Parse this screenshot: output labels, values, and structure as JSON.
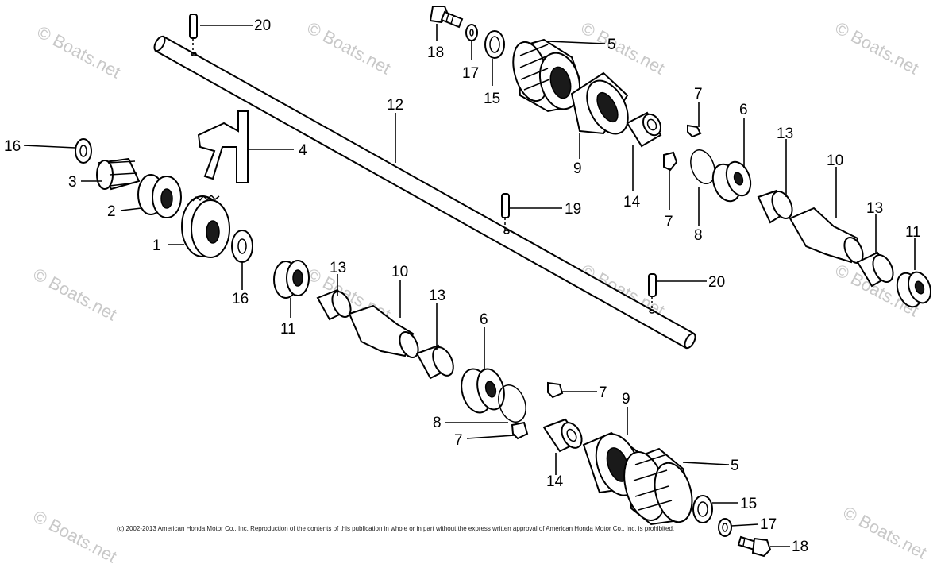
{
  "callouts": [
    "20",
    "18",
    "17",
    "5",
    "15",
    "12",
    "7",
    "6",
    "16",
    "4",
    "9",
    "14",
    "13",
    "10",
    "3",
    "2",
    "19",
    "7",
    "8",
    "13",
    "11",
    "1",
    "16",
    "13",
    "10",
    "20",
    "11",
    "13",
    "6",
    "7",
    "9",
    "8",
    "7",
    "5",
    "14",
    "15",
    "17",
    "18"
  ],
  "watermark": "© Boats.net",
  "copyright": "(c) 2002-2013 American Honda Motor Co., Inc. Reproduction of the contents of this publication in whole or in part without the express written approval of American Honda Motor Co., Inc. is prohibited."
}
